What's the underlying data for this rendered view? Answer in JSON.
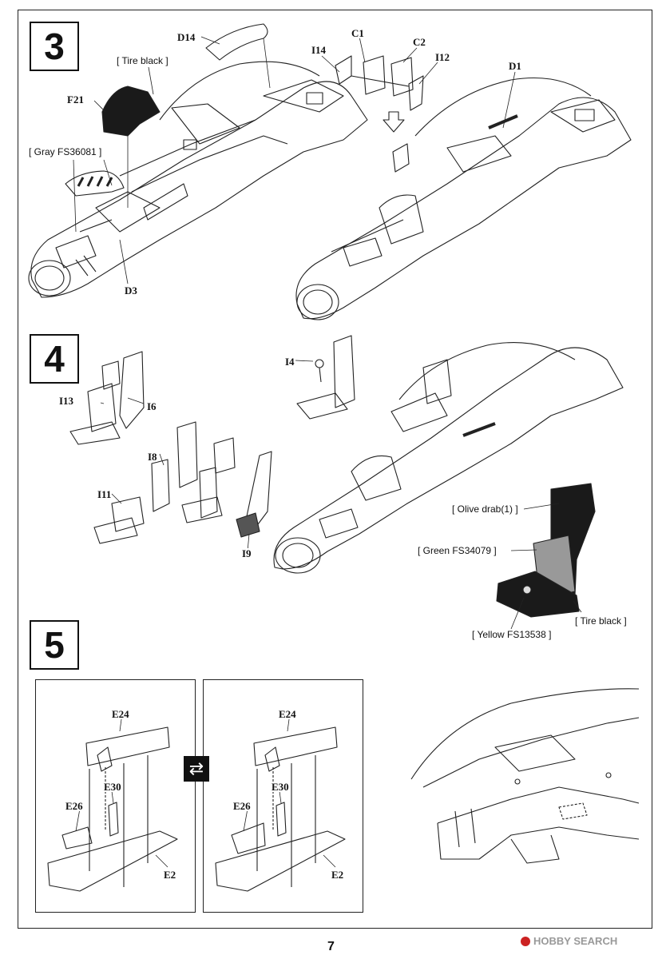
{
  "page": {
    "number": "7",
    "watermark": "HOBBY SEARCH"
  },
  "steps": [
    {
      "number": "3"
    },
    {
      "number": "4"
    },
    {
      "number": "5"
    }
  ],
  "step3": {
    "parts": {
      "d14": "D14",
      "f21": "F21",
      "d3": "D3",
      "c1": "C1",
      "c2": "C2",
      "i14": "I14",
      "i12": "I12",
      "d1": "D1"
    },
    "colors": {
      "tire_black": "[ Tire black ]",
      "gray": "[ Gray  FS36081 ]"
    }
  },
  "step4": {
    "parts": {
      "i13": "I13",
      "i6": "I6",
      "i8": "I8",
      "i11": "I11",
      "i9": "I9",
      "i4": "I4"
    },
    "colors": {
      "olive": "[ Olive drab(1) ]",
      "green": "[ Green  FS34079 ]",
      "tire_black": "[ Tire black ]",
      "yellow": "[ Yellow  FS13538 ]"
    }
  },
  "step5": {
    "left": {
      "e24": "E24",
      "e26": "E26",
      "e30": "E30",
      "e2": "E2"
    },
    "right": {
      "e24": "E24",
      "e26": "E26",
      "e30": "E30",
      "e2": "E2"
    },
    "swap_icon": "swap-arrows-icon"
  }
}
